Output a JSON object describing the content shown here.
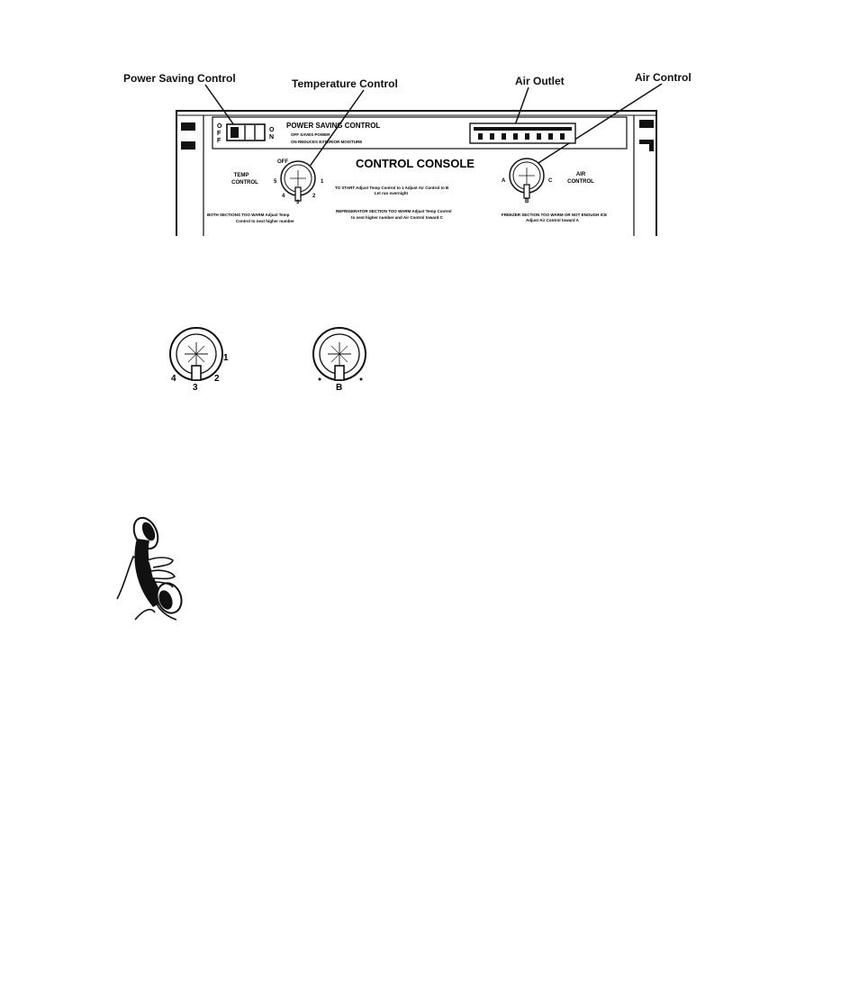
{
  "callouts": {
    "power_saving": "Power Saving Control",
    "temperature": "Temperature Control",
    "air_outlet": "Air Outlet",
    "air_control": "Air Control"
  },
  "console": {
    "switch_off": [
      "O",
      "F",
      "F"
    ],
    "switch_on": [
      "O",
      "N"
    ],
    "power_title": "POWER SAVING CONTROL",
    "power_line1": "OFF   SAVES POWER",
    "power_line2": "ON   REDUCES EXTERIOR MOISTURE",
    "title": "CONTROL CONSOLE",
    "temp_label_1": "TEMP",
    "temp_label_2": "CONTROL",
    "temp_off": "OFF",
    "temp_marks": [
      "1",
      "2",
      "3",
      "4",
      "5"
    ],
    "air_label_1": "AIR",
    "air_label_2": "CONTROL",
    "air_marks": [
      "A",
      "B",
      "C"
    ],
    "start_1": "TO START  Adjust Temp Control to 1  Adjust Air Control to B",
    "start_2": "Let run overnight",
    "note_left_1": "BOTH SECTIONS TOO WARM  Adjust Temp",
    "note_left_2": "Control to next higher number",
    "note_mid_1": "REFRIGERATOR SECTION TOO WARM  Adjust Temp Control",
    "note_mid_2": "to next higher number and Air Control toward C",
    "note_right_1": "FREEZER SECTION TOO WARM OR NOT ENOUGH ICE",
    "note_right_2": "Adjust Air Control toward A"
  },
  "dials": {
    "temp_marks": [
      "1",
      "2",
      "3",
      "4"
    ],
    "air_mark": "B"
  },
  "icons": [
    "telephone-handset-icon"
  ]
}
